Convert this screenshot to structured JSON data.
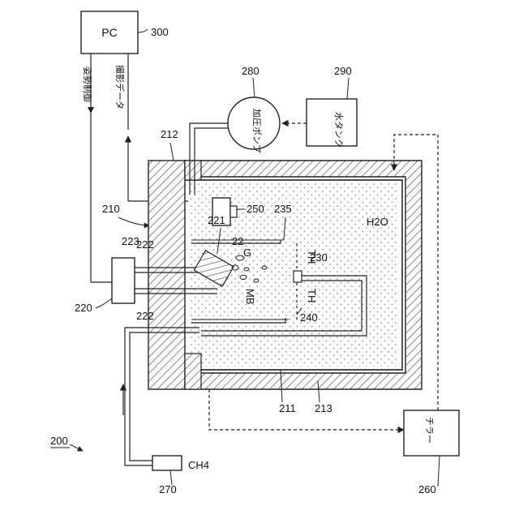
{
  "figure": {
    "number": "200"
  },
  "components": {
    "pc": {
      "label": "PC",
      "ref": "300"
    },
    "pump": {
      "label": "加圧ポンプ",
      "ref": "280"
    },
    "water_tank": {
      "label": "水タンク",
      "ref": "290"
    },
    "chiller": {
      "label": "チラー",
      "ref": "260"
    },
    "gas_cylinder": {
      "label": "CH4",
      "ref": "270"
    },
    "actuator": {
      "ref": "220"
    },
    "camera": {
      "ref": "250"
    }
  },
  "signals": {
    "attitude_control": "姿勢制御",
    "image_data": "撮影データ"
  },
  "contents": {
    "water": "H2O",
    "gas": "G",
    "microbubble": "MB",
    "thermometer": "TH"
  },
  "refs": {
    "r210": "210",
    "r211": "211",
    "r212": "212",
    "r213": "213",
    "r221": "221",
    "r222a": "222",
    "r222b": "222",
    "r223": "223",
    "r230": "230",
    "r235": "235",
    "r240": "240",
    "r22": "22"
  },
  "colors": {
    "line": "#222222",
    "hatch": "#555555",
    "fill": "#ffffff"
  }
}
